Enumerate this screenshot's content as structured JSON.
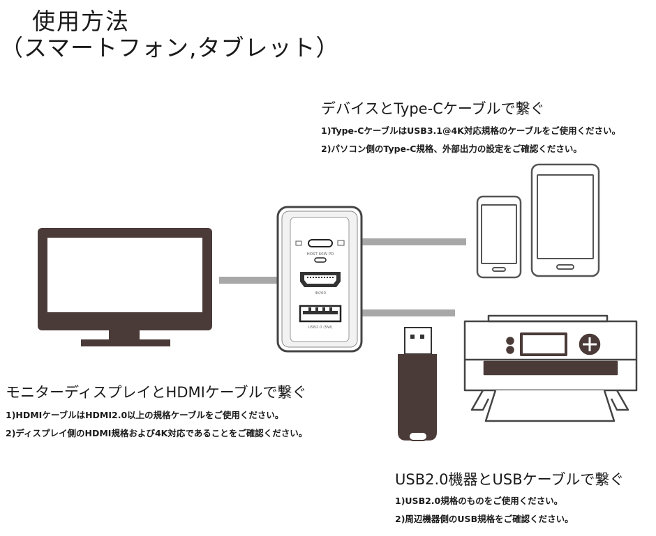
{
  "title": {
    "line1": "使用方法",
    "line2": "（スマートフォン,タブレット）"
  },
  "sections": {
    "typec": {
      "heading": "デバイスとType-Cケーブルで繋ぐ",
      "notes": [
        "1)Type-CケーブルはUSB3.1@4K対応規格のケーブルをご使用ください。",
        "2)パソコン側のType-C規格、外部出力の設定をご確認ください。"
      ]
    },
    "hdmi": {
      "heading": "モニターディスプレイとHDMIケーブルで繋ぐ",
      "notes": [
        "1)HDMIケーブルはHDMI2.0以上の規格ケーブルをご使用ください。",
        "2)ディスプレイ側のHDMI規格および4K対応であることをご確認ください。"
      ]
    },
    "usb": {
      "heading": "USB2.0機器とUSBケーブルで繋ぐ",
      "notes": [
        "1)USB2.0規格のものをご使用ください。",
        "2)周辺機器側のUSB規格をご確認ください。"
      ]
    }
  },
  "hub_labels": {
    "typec_port": "HOST 60W PD",
    "hdmi_port": "4K/60",
    "usb_port": "USB2.0 (5W)"
  },
  "colors": {
    "device_dark": "#4a3b38",
    "cable_gray": "#a8a8a8",
    "outline": "#555555"
  }
}
